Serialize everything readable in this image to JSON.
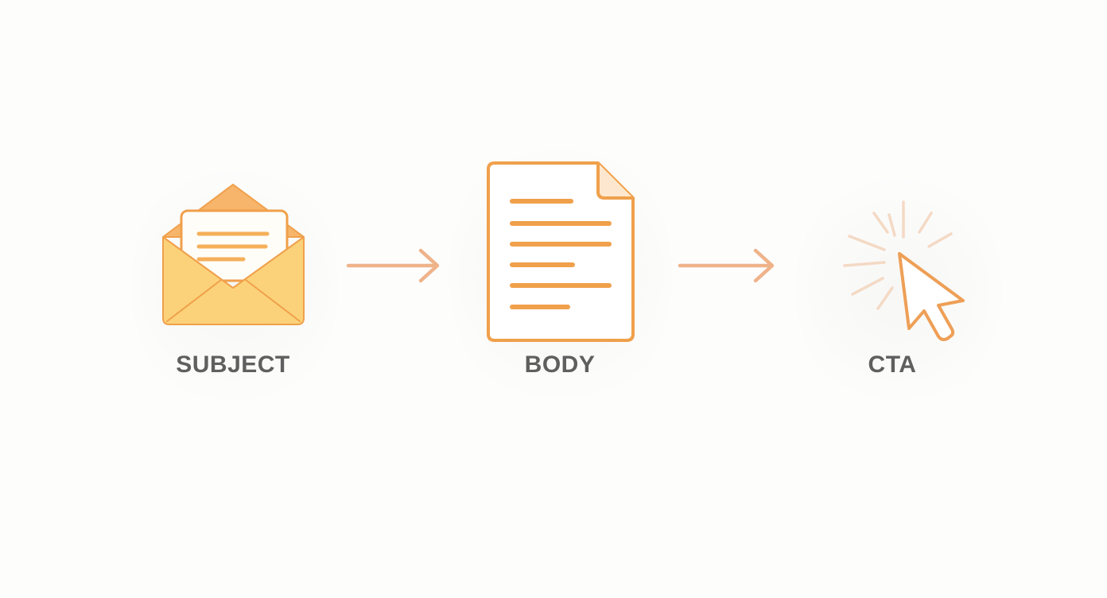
{
  "steps": [
    {
      "label": "SUBJECT",
      "icon": "envelope-icon"
    },
    {
      "label": "BODY",
      "icon": "document-icon"
    },
    {
      "label": "CTA",
      "icon": "cursor-click-icon"
    }
  ],
  "colors": {
    "accent": "#f0a04b",
    "accent_light": "#fbd27a",
    "envelope_flap": "#f6b56a",
    "arrow": "#efb38a",
    "label": "#5f5f5f",
    "background": "#fdfdfc"
  }
}
